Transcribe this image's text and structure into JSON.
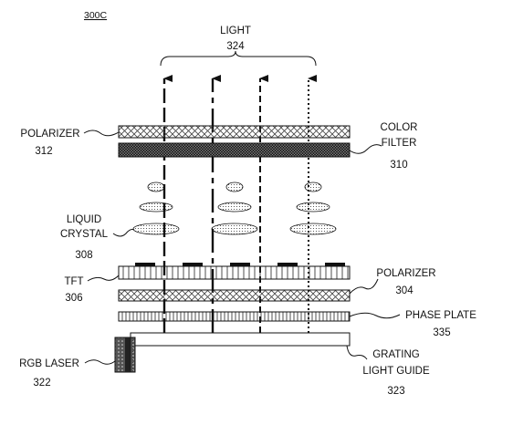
{
  "figure_id": "300C",
  "labels": {
    "light": {
      "name": "LIGHT",
      "number": "324"
    },
    "polarizer_top": {
      "name": "POLARIZER",
      "number": "312"
    },
    "color_filter": {
      "line1": "COLOR",
      "line2": "FILTER",
      "number": "310"
    },
    "liquid_crystal": {
      "line1": "LIQUID",
      "line2": "CRYSTAL",
      "number": "308"
    },
    "tft": {
      "name": "TFT",
      "number": "306"
    },
    "polarizer_bottom": {
      "name": "POLARIZER",
      "number": "304"
    },
    "phase_plate": {
      "name": "PHASE PLATE",
      "number": "335"
    },
    "rgb_laser": {
      "name": "RGB LASER",
      "number": "322"
    },
    "grating_light_guide": {
      "line1": "GRATING",
      "line2": "LIGHT GUIDE",
      "number": "323"
    }
  }
}
